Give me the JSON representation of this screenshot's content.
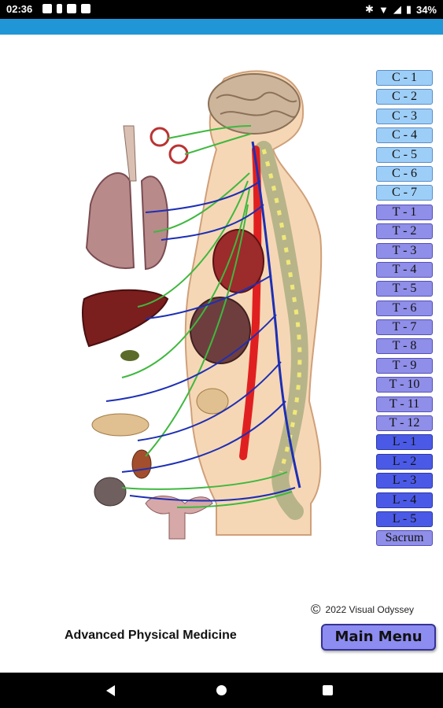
{
  "status": {
    "time": "02:36",
    "battery": "34%"
  },
  "segments": [
    {
      "label": "C - 1",
      "group": "cervical"
    },
    {
      "label": "C - 2",
      "group": "cervical"
    },
    {
      "label": "C - 3",
      "group": "cervical"
    },
    {
      "label": "C - 4",
      "group": "cervical"
    },
    {
      "label": "C - 5",
      "group": "cervical"
    },
    {
      "label": "C - 6",
      "group": "cervical"
    },
    {
      "label": "C - 7",
      "group": "cervical"
    },
    {
      "label": "T - 1",
      "group": "thoracic"
    },
    {
      "label": "T - 2",
      "group": "thoracic"
    },
    {
      "label": "T - 3",
      "group": "thoracic"
    },
    {
      "label": "T - 4",
      "group": "thoracic"
    },
    {
      "label": "T - 5",
      "group": "thoracic"
    },
    {
      "label": "T - 6",
      "group": "thoracic"
    },
    {
      "label": "T - 7",
      "group": "thoracic"
    },
    {
      "label": "T - 8",
      "group": "thoracic"
    },
    {
      "label": "T - 9",
      "group": "thoracic"
    },
    {
      "label": "T - 10",
      "group": "thoracic"
    },
    {
      "label": "T - 11",
      "group": "thoracic"
    },
    {
      "label": "T - 12",
      "group": "thoracic"
    },
    {
      "label": "L - 1",
      "group": "lumbar"
    },
    {
      "label": "L - 2",
      "group": "lumbar"
    },
    {
      "label": "L - 3",
      "group": "lumbar"
    },
    {
      "label": "L - 4",
      "group": "lumbar"
    },
    {
      "label": "L - 5",
      "group": "lumbar"
    },
    {
      "label": "Sacrum",
      "group": "sacrum"
    }
  ],
  "footer": {
    "copyright_symbol": "©",
    "copyright_text": "2022 Visual Odyssey",
    "brand": "Advanced Physical Medicine",
    "main_menu": "Main Menu"
  },
  "colors": {
    "app_bar": "#2196d6",
    "cervical": "#9dcef7",
    "thoracic": "#8f8ee8",
    "lumbar": "#4b5ae6",
    "button": "#8d8cf1",
    "sympathetic_nerve": "#1d2fb5",
    "parasympathetic_nerve": "#3fb83f"
  },
  "icons": [
    "image-notification-icon",
    "upload-notification-icon",
    "youtube-icon",
    "youtube-icon",
    "bluetooth-icon",
    "wifi-icon",
    "signal-icon",
    "battery-icon",
    "back-icon",
    "home-icon",
    "recents-icon"
  ]
}
